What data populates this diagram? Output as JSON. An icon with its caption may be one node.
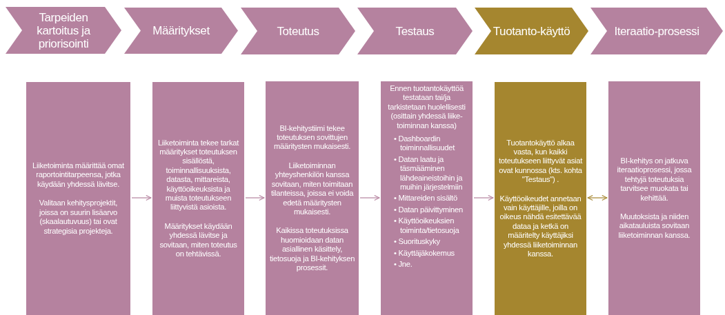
{
  "diagram": {
    "nodes": [
      {
        "text": [
          "Tarpeiden kartoitus ja priorisointi"
        ]
      },
      {
        "text": [
          "Määritykset"
        ]
      },
      {
        "text": [
          "Toteutus"
        ]
      },
      {
        "text": [
          "Testaus"
        ]
      },
      {
        "text": [
          "Tuotanto-käyttö"
        ]
      },
      {
        "text": [
          "Iteraatio-prosessi"
        ]
      },
      {
        "text": [
          "Liiketoiminta määrittää omat raportointitarpeensa, jotka käydään yhdessä lävitse.",
          "Valitaan kehitysprojektit, joissa on suurin lisäarvo (skaalautuvuus) tai ovat strategisia projekteja."
        ]
      },
      {
        "text": [
          "Liiketoiminta tekee tarkat määritykset toteutuksen sisällöstä, toiminnallisuuksista, datasta, mittareista, käyttöoikeuksista ja muista toteutukseen liittyvistä asioista.",
          "Määritykset käydään yhdessä lävitse ja sovitaan, miten toteutus on tehtävissä."
        ]
      },
      {
        "text": [
          "BI-kehitystiimi tekee toteutuksen sovittujen määritysten mukaisesti.",
          "Liiketoiminnan yhteyshenkilön kanssa sovitaan, miten toimitaan tilanteissa, joissa ei voida edetä määritysten mukaisesti.",
          "Kaikissa toteutuksissa huomioidaan datan asiallinen käsittely, tietosuoja ja BI-kehityksen prosessit."
        ]
      },
      {
        "text": [
          "Ennen tuotantokäyttöä testataan tai/ja tarkistetaan huolellisesti (osittain yhdessä liike-toiminnan kanssa)",
          "• Dashboardin toiminnallisuudet",
          "• Datan laatu ja täsmääminen lähdeaineistoihin ja muihin järjestelmiin",
          "• Mittareiden sisältö",
          "• Datan päivittyminen",
          "• Käyttöoikeuksien toiminta/tietosuoja",
          "• Suorituskyky",
          "• Käyttäjäkokemus",
          "• Jne."
        ]
      },
      {
        "text": [
          "Tuotantokäyttö alkaa vasta, kun kaikki toteutukseen liittyvät asiat ovat kunnossa (kts. kohta \"Testaus\") .",
          "Käyttöoikeudet annetaan vain käyttäjille, joilla on oikeus nähdä esitettävää dataa ja ketkä on määritelty käyttäjiksi yhdessä liiketoiminnan kanssa."
        ]
      },
      {
        "text": [
          "BI-kehitys on jatkuva iteraatioprosessi, jossa tehtyjä toteutuksia tarvitsee muokata tai kehittää.",
          "Muutoksista ja niiden aikatauluista sovitaan liiketoiminnan kanssa."
        ]
      }
    ],
    "edges": [
      {
        "from": 6,
        "to": 7,
        "arrow": "to"
      },
      {
        "from": 7,
        "to": 8,
        "arrow": "to"
      },
      {
        "from": 8,
        "to": 9,
        "arrow": "to"
      },
      {
        "from": 9,
        "to": 10,
        "arrow": "to"
      },
      {
        "from": 10,
        "to": 11,
        "arrow": "both",
        "color": "#a5862f"
      }
    ]
  }
}
